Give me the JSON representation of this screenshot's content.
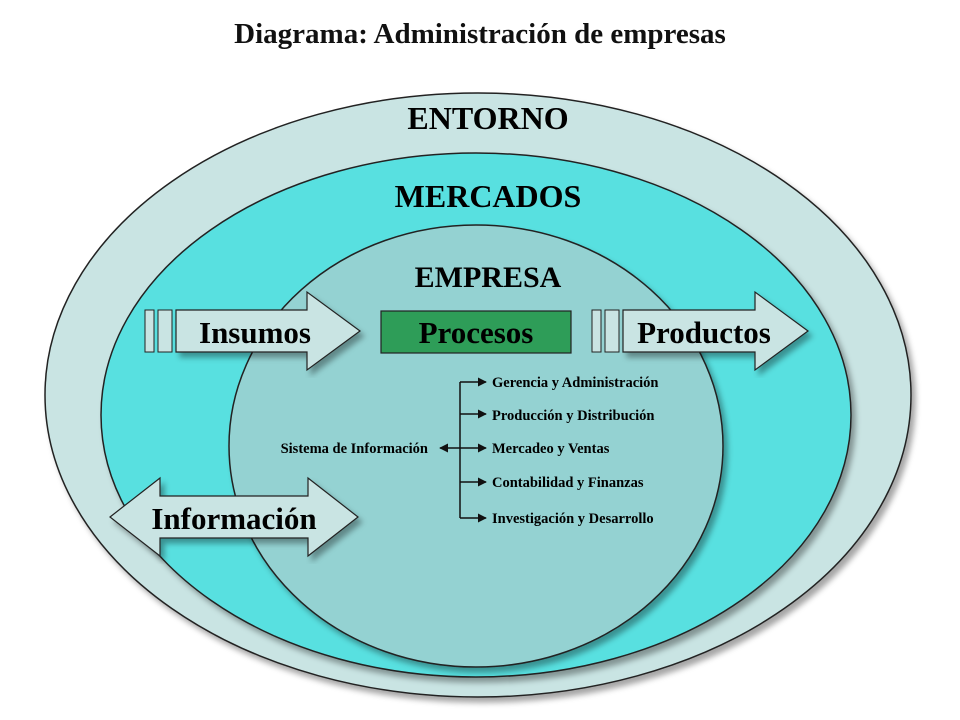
{
  "title": "Diagrama: Administración de empresas",
  "colors": {
    "entorno_fill": "#c9e4e3",
    "mercados_fill": "#58e0e0",
    "empresa_fill": "#94d2d2",
    "procesos_fill": "#2e9d58",
    "arrow_fill": "#c9e4e3",
    "outline": "#222222"
  },
  "rings": {
    "entorno": "ENTORNO",
    "mercados": "MERCADOS",
    "empresa": "EMPRESA"
  },
  "flow": {
    "inputs": "Insumos",
    "process": "Procesos",
    "outputs": "Productos",
    "information": "Información"
  },
  "info_system": {
    "label": "Sistema de Información",
    "functions": [
      "Gerencia y Administración",
      "Producción y Distribución",
      "Mercadeo y Ventas",
      "Contabilidad y Finanzas",
      "Investigación y Desarrollo"
    ]
  }
}
